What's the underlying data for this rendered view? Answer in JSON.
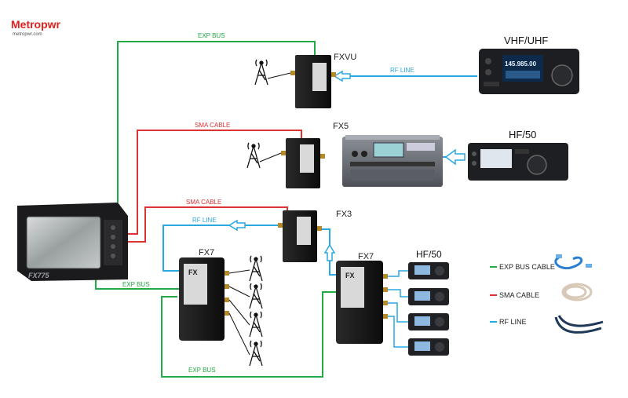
{
  "logo": {
    "name": "Metropwr",
    "url": "metropwr.com"
  },
  "labels": {
    "fxvu": "FXVU",
    "fx5": "FX5",
    "fx3": "FX3",
    "fx7_left": "FX7",
    "fx7_right": "FX7",
    "vhf_uhf": "VHF/UHF",
    "hf50_top": "HF/50",
    "hf50_bottom": "HF/50",
    "monitor_brand": "FX775"
  },
  "cable_labels": {
    "exp_bus_top": "EXP BUS",
    "rf_line_top": "RF LINE",
    "sma_cable_1": "SMA CABLE",
    "sma_cable_2": "SMA CABLE",
    "rf_line_mid": "RF LINE",
    "exp_bus_mid": "EXP BUS",
    "exp_bus_bottom": "EXP BUS"
  },
  "radio_display": {
    "frequency": "145.985.00"
  },
  "legend": [
    {
      "label": "EXP BUS CABLE",
      "color": "#22aa44"
    },
    {
      "label": "SMA CABLE",
      "color": "#dd3333"
    },
    {
      "label": "RF LINE",
      "color": "#2aa8e0"
    }
  ],
  "colors": {
    "exp_bus": "#22aa44",
    "sma_cable": "#dd3333",
    "rf_line": "#2aa8e0",
    "logo_red": "#e02020"
  }
}
